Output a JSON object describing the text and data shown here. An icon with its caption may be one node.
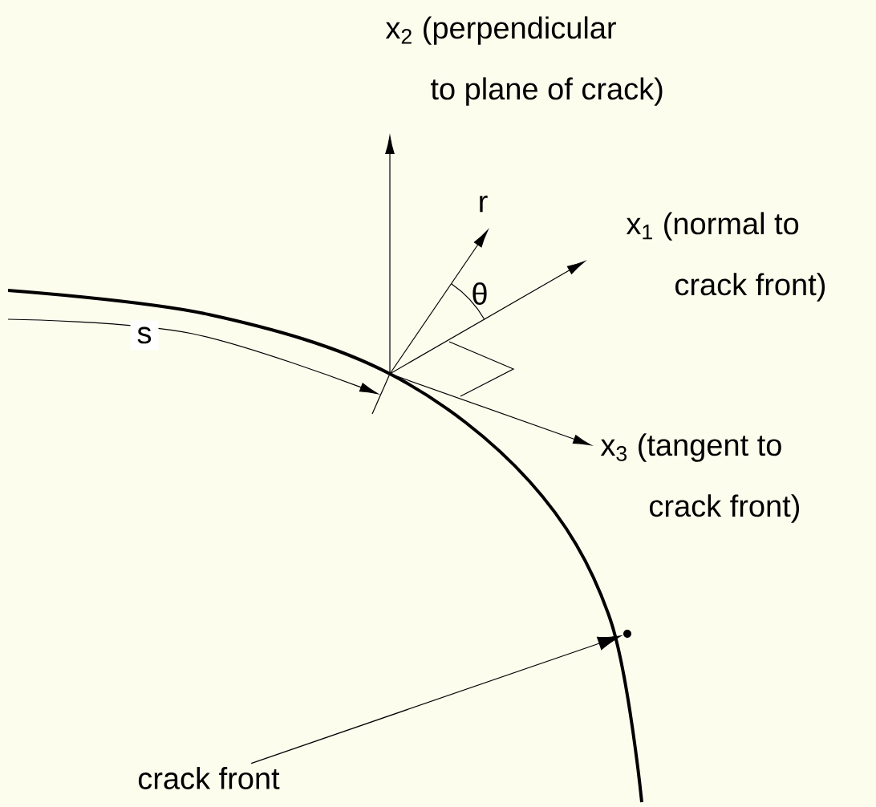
{
  "diagram": {
    "nodes": [
      {
        "text": [
          "crack front"
        ]
      },
      {
        "text": [],
        "shape": "curve"
      }
    ],
    "edges": [
      {
        "from": 0,
        "to": 1,
        "arrow": "to"
      }
    ],
    "labels": [
      "x$_{2}$ (perpendicular to plane of crack)",
      "r",
      "x$_{1}$ (normal to crack front)",
      "θ",
      "s",
      "x$_{3}$ (tangent to crack front)"
    ]
  }
}
